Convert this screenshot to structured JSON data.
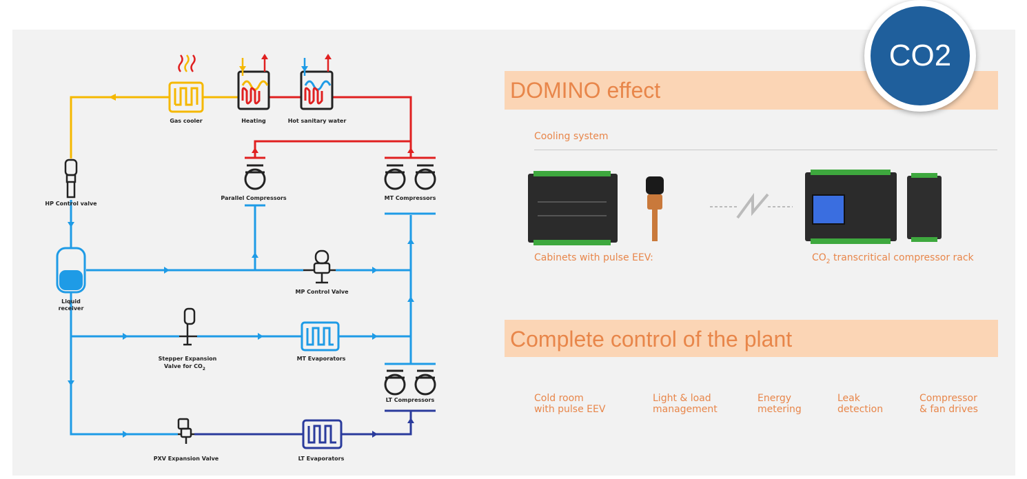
{
  "badge": {
    "text": "CO2"
  },
  "diagram": {
    "labels": {
      "gas_cooler": "Gas cooler",
      "heating": "Heating",
      "hot_sanitary_water": "Hot sanitary water",
      "hp_control_valve": "HP Control valve",
      "parallel_compressors": "Parallel Compressors",
      "mt_compressors": "MT Compressors",
      "liquid_receiver_1": "Liquid",
      "liquid_receiver_2": "receiver",
      "mp_control_valve": "MP Control Valve",
      "stepper_valve_1": "Stepper Expansion",
      "stepper_valve_2": "Valve for CO",
      "stepper_valve_sub": "2",
      "mt_evaporators": "MT Evaporators",
      "lt_compressors": "LT Compressors",
      "pxv_valve": "PXV Expansion Valve",
      "lt_evaporators": "LT Evaporators"
    },
    "colors": {
      "yellow": "#f5b800",
      "red": "#e02020",
      "blue": "#1e9be6",
      "navy": "#2a3b9c"
    }
  },
  "right": {
    "domino_title": "DOMINO effect",
    "cooling_system": "Cooling system",
    "cabinets_label": "Cabinets with pulse EEV:",
    "co2_label_prefix": "CO",
    "co2_label_sub": "2",
    "co2_label_suffix": " transcritical compressor rack",
    "complete_title": "Complete control of the plant",
    "features": [
      "Cold room\nwith pulse EEV",
      "Light & load\nmanagement",
      "Energy\nmetering",
      "Leak\ndetection",
      "Compressor\n& fan drives"
    ],
    "accent": "#e8864a",
    "band": "#fbd5b5"
  }
}
